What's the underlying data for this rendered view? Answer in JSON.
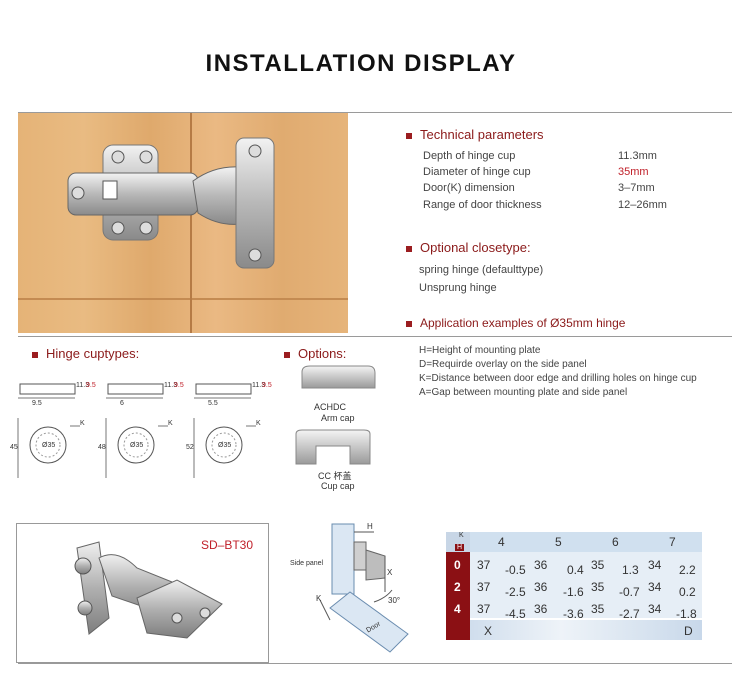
{
  "title": "INSTALLATION DISPLAY",
  "technical": {
    "heading": "Technical parameters",
    "rows": [
      {
        "label": "Depth of hinge cup",
        "value": "11.3mm",
        "highlight": false
      },
      {
        "label": "Diameter of hinge cup",
        "value": "35mm",
        "highlight": true
      },
      {
        "label": "Door(K) dimension",
        "value": "3–7mm",
        "highlight": false
      },
      {
        "label": "Range of door thickness",
        "value": "12–26mm",
        "highlight": false
      }
    ]
  },
  "closetype": {
    "heading": "Optional closetype:",
    "items": [
      "spring hinge (defaulttype)",
      "Unsprung hinge"
    ]
  },
  "application": {
    "heading": "Application examples of Ø35mm hinge",
    "definitions": [
      "H=Height of mounting plate",
      "D=Requirde overlay on the side panel",
      "K=Distance between door edge and drilling holes on hinge cup",
      "A=Gap between mounting plate and side panel"
    ]
  },
  "cuptypes": {
    "heading": "Hinge cuptypes:",
    "items": [
      {
        "dims": [
          "11.3",
          "9.5"
        ],
        "offset": "9.5",
        "height": "45"
      },
      {
        "dims": [
          "11.3",
          "9.5"
        ],
        "offset": "6",
        "height": "48"
      },
      {
        "dims": [
          "11.3",
          "9.5"
        ],
        "offset": "5.5",
        "height": "52"
      }
    ],
    "k_label": "K",
    "cup_label": "Ø35"
  },
  "options": {
    "heading": "Options:",
    "items": [
      {
        "code": "ACHDC",
        "name": "Arm cap"
      },
      {
        "code": "CC 杯盖",
        "name": "Cup cap"
      }
    ]
  },
  "product": {
    "model": "SD–BT30"
  },
  "diagram": {
    "side_panel": "Side panel",
    "door": "Door",
    "h": "H",
    "x": "X",
    "k": "K",
    "angle": "30°"
  },
  "table": {
    "corner_top": "K",
    "corner_bottom": "H",
    "k_values": [
      "4",
      "5",
      "6",
      "7"
    ],
    "rows": [
      {
        "h": "0",
        "cells": [
          [
            "37",
            "-0.5"
          ],
          [
            "36",
            "0.4"
          ],
          [
            "35",
            "1.3"
          ],
          [
            "34",
            "2.2"
          ]
        ]
      },
      {
        "h": "2",
        "cells": [
          [
            "37",
            "-2.5"
          ],
          [
            "36",
            "-1.6"
          ],
          [
            "35",
            "-0.7"
          ],
          [
            "34",
            "0.2"
          ]
        ]
      },
      {
        "h": "4",
        "cells": [
          [
            "37",
            "-4.5"
          ],
          [
            "36",
            "-3.6"
          ],
          [
            "35",
            "-2.7"
          ],
          [
            "34",
            "-1.8"
          ]
        ]
      }
    ],
    "footer_left": "X",
    "footer_right": "D"
  }
}
